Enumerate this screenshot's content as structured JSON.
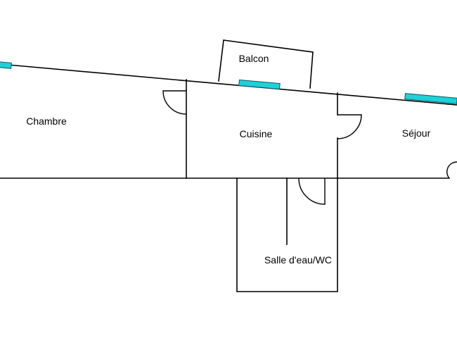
{
  "plan": {
    "rooms": [
      {
        "id": "balcon",
        "label": "Balcon"
      },
      {
        "id": "chambre",
        "label": "Chambre"
      },
      {
        "id": "cuisine",
        "label": "Cuisine"
      },
      {
        "id": "sejour",
        "label": "Séjour"
      },
      {
        "id": "salle_eau_wc",
        "label": "Salle d'eau/WC"
      }
    ]
  },
  "colors": {
    "wall": "#000000",
    "window": "#1fd1d6",
    "background": "#ffffff"
  }
}
